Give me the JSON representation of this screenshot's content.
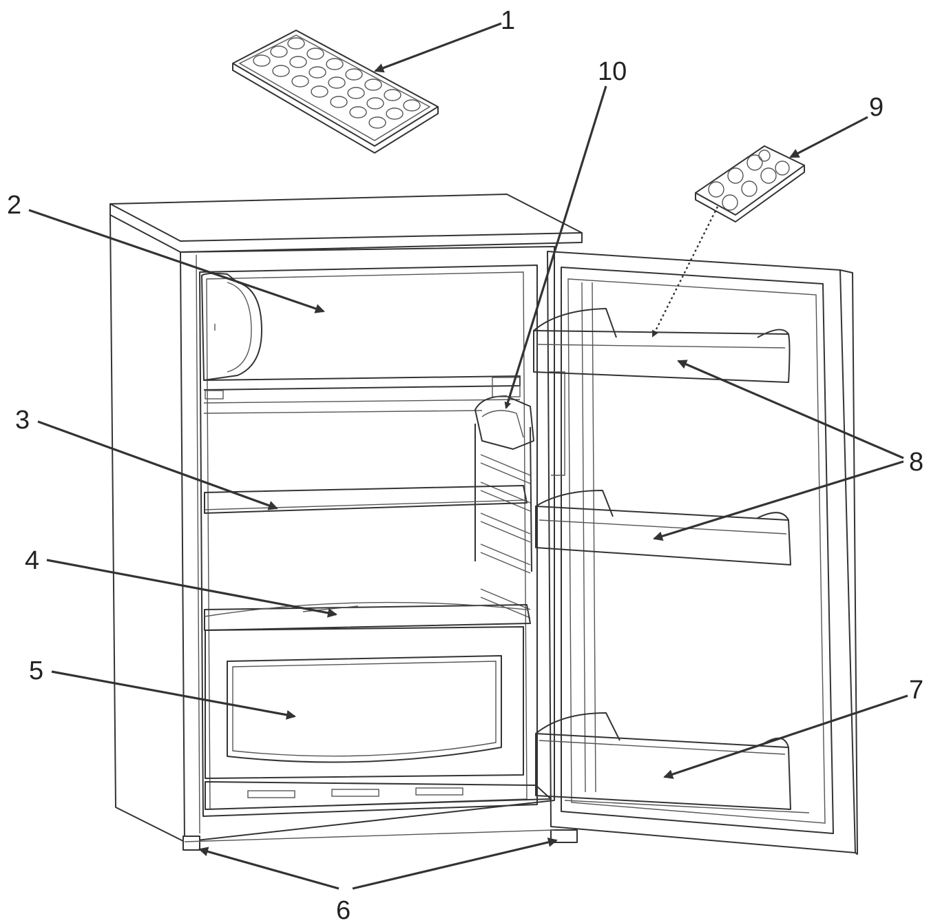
{
  "callouts": {
    "c1": "1",
    "c2": "2",
    "c3": "3",
    "c4": "4",
    "c5": "5",
    "c6": "6",
    "c7": "7",
    "c8": "8",
    "c9": "9",
    "c10": "10"
  },
  "colors": {
    "line": "#333333",
    "background": "#ffffff"
  }
}
